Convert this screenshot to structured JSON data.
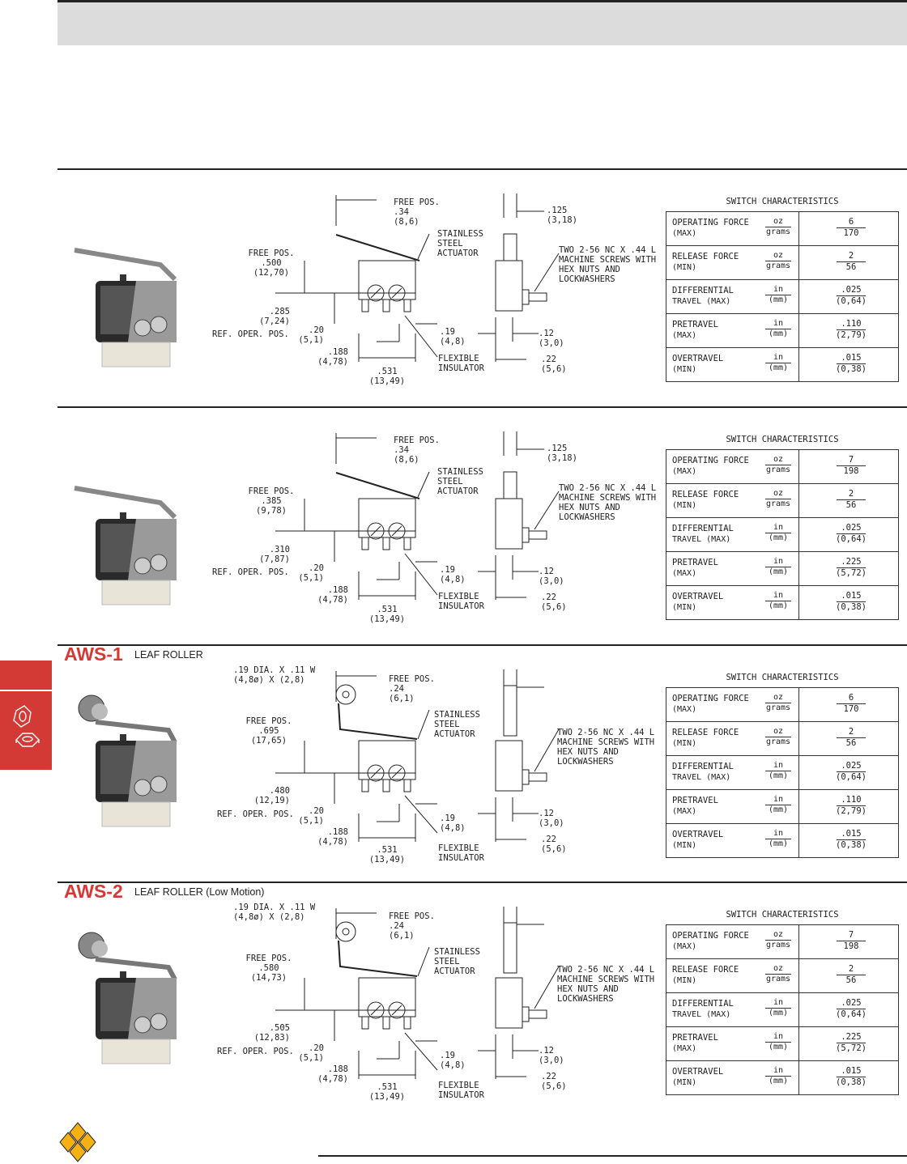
{
  "page": {
    "header_band": ""
  },
  "side_tab": {
    "icon": "hex-nut-icon",
    "color": "#d33a36"
  },
  "logo": {
    "icon": "diamond-logo-icon",
    "color": "#f5b014"
  },
  "sections": [
    {
      "model": null,
      "subtitle": null,
      "roller": false,
      "photo_icon": "leaf-lever-switch-photo",
      "dims": {
        "free_pos_top": "FREE POS.\n.34\n(8,6)",
        "free_pos_left": "FREE POS.\n.500\n(12,70)",
        "ref_height": ".285\n(7,24)",
        "ref_oper_pos": "REF. OPER. POS.",
        "d20": ".20\n(5,1)",
        "d188": ".188\n(4,78)",
        "d531": ".531\n(13,49)",
        "d19": ".19\n(4,8)",
        "stainless": "STAINLESS\nSTEEL\nACTUATOR",
        "flexible": "FLEXIBLE\nINSULATOR",
        "d125": ".125\n(3,18)",
        "screws": "TWO 2-56 NC X .44 L\nMACHINE SCREWS WITH\nHEX NUTS AND\nLOCKWASHERS",
        "d12": ".12\n(3,0)",
        "d22": ".22\n(5,6)"
      },
      "table": {
        "title": "SWITCH CHARACTERISTICS",
        "rows": [
          {
            "label1": "OPERATING FORCE",
            "label2": "(MAX)",
            "unit_top": "oz",
            "unit_bottom": "grams",
            "value_top": "6",
            "value_bottom": "170"
          },
          {
            "label1": "RELEASE FORCE",
            "label2": "(MIN)",
            "unit_top": "oz",
            "unit_bottom": "grams",
            "value_top": "2",
            "value_bottom": "56"
          },
          {
            "label1": "DIFFERENTIAL",
            "label2": "TRAVEL (MAX)",
            "unit_top": "in",
            "unit_bottom": "(mm)",
            "value_top": ".025",
            "value_bottom": "(0,64)"
          },
          {
            "label1": "PRETRAVEL",
            "label2": "(MAX)",
            "unit_top": "in",
            "unit_bottom": "(mm)",
            "value_top": ".110",
            "value_bottom": "(2,79)"
          },
          {
            "label1": "OVERTRAVEL",
            "label2": "(MIN)",
            "unit_top": "in",
            "unit_bottom": "(mm)",
            "value_top": ".015",
            "value_bottom": "(0,38)"
          }
        ]
      }
    },
    {
      "model": null,
      "subtitle": null,
      "roller": false,
      "photo_icon": "leaf-lever-switch-photo",
      "dims": {
        "free_pos_top": "FREE POS.\n.34\n(8,6)",
        "free_pos_left": "FREE POS.\n.385\n(9,78)",
        "ref_height": ".310\n(7,87)",
        "ref_oper_pos": "REF. OPER. POS.",
        "d20": ".20\n(5,1)",
        "d188": ".188\n(4,78)",
        "d531": ".531\n(13,49)",
        "d19": ".19\n(4,8)",
        "stainless": "STAINLESS\nSTEEL\nACTUATOR",
        "flexible": "FLEXIBLE\nINSULATOR",
        "d125": ".125\n(3,18)",
        "screws": "TWO 2-56 NC X .44 L\nMACHINE SCREWS WITH\nHEX NUTS AND\nLOCKWASHERS",
        "d12": ".12\n(3,0)",
        "d22": ".22\n(5,6)"
      },
      "table": {
        "title": "SWITCH CHARACTERISTICS",
        "rows": [
          {
            "label1": "OPERATING FORCE",
            "label2": "(MAX)",
            "unit_top": "oz",
            "unit_bottom": "grams",
            "value_top": "7",
            "value_bottom": "198"
          },
          {
            "label1": "RELEASE FORCE",
            "label2": "(MIN)",
            "unit_top": "oz",
            "unit_bottom": "grams",
            "value_top": "2",
            "value_bottom": "56"
          },
          {
            "label1": "DIFFERENTIAL",
            "label2": "TRAVEL (MAX)",
            "unit_top": "in",
            "unit_bottom": "(mm)",
            "value_top": ".025",
            "value_bottom": "(0,64)"
          },
          {
            "label1": "PRETRAVEL",
            "label2": "(MAX)",
            "unit_top": "in",
            "unit_bottom": "(mm)",
            "value_top": ".225",
            "value_bottom": "(5,72)"
          },
          {
            "label1": "OVERTRAVEL",
            "label2": "(MIN)",
            "unit_top": "in",
            "unit_bottom": "(mm)",
            "value_top": ".015",
            "value_bottom": "(0,38)"
          }
        ]
      }
    },
    {
      "model": "AWS-1",
      "subtitle": "LEAF ROLLER",
      "roller": true,
      "photo_icon": "leaf-roller-switch-photo",
      "dims": {
        "roller_dia": ".19 DIA. X .11 W\n(4,8ø) X (2,8)",
        "free_pos_top": "FREE POS.\n.24\n(6,1)",
        "free_pos_left": "FREE POS.\n.695\n(17,65)",
        "ref_height": ".480\n(12,19)",
        "ref_oper_pos": "REF. OPER. POS.",
        "d20": ".20\n(5,1)",
        "d188": ".188\n(4,78)",
        "d531": ".531\n(13,49)",
        "d19": ".19\n(4,8)",
        "stainless": "STAINLESS\nSTEEL\nACTUATOR",
        "flexible": "FLEXIBLE\nINSULATOR",
        "screws": "TWO 2-56 NC X .44 L\nMACHINE SCREWS WITH\nHEX NUTS AND\nLOCKWASHERS",
        "d12": ".12\n(3,0)",
        "d22": ".22\n(5,6)"
      },
      "table": {
        "title": "SWITCH CHARACTERISTICS",
        "rows": [
          {
            "label1": "OPERATING FORCE",
            "label2": "(MAX)",
            "unit_top": "oz",
            "unit_bottom": "grams",
            "value_top": "6",
            "value_bottom": "170"
          },
          {
            "label1": "RELEASE FORCE",
            "label2": "(MIN)",
            "unit_top": "oz",
            "unit_bottom": "grams",
            "value_top": "2",
            "value_bottom": "56"
          },
          {
            "label1": "DIFFERENTIAL",
            "label2": "TRAVEL (MAX)",
            "unit_top": "in",
            "unit_bottom": "(mm)",
            "value_top": ".025",
            "value_bottom": "(0,64)"
          },
          {
            "label1": "PRETRAVEL",
            "label2": "(MAX)",
            "unit_top": "in",
            "unit_bottom": "(mm)",
            "value_top": ".110",
            "value_bottom": "(2,79)"
          },
          {
            "label1": "OVERTRAVEL",
            "label2": "(MIN)",
            "unit_top": "in",
            "unit_bottom": "(mm)",
            "value_top": ".015",
            "value_bottom": "(0,38)"
          }
        ]
      }
    },
    {
      "model": "AWS-2",
      "subtitle": "LEAF ROLLER (Low Motion)",
      "roller": true,
      "photo_icon": "leaf-roller-switch-photo",
      "dims": {
        "roller_dia": ".19 DIA. X .11 W\n(4,8ø) X (2,8)",
        "free_pos_top": "FREE POS.\n.24\n(6,1)",
        "free_pos_left": "FREE POS.\n.580\n(14,73)",
        "ref_height": ".505\n(12,83)",
        "ref_oper_pos": "REF. OPER. POS.",
        "d20": ".20\n(5,1)",
        "d188": ".188\n(4,78)",
        "d531": ".531\n(13,49)",
        "d19": ".19\n(4,8)",
        "stainless": "STAINLESS\nSTEEL\nACTUATOR",
        "flexible": "FLEXIBLE\nINSULATOR",
        "screws": "TWO 2-56 NC X .44 L\nMACHINE SCREWS WITH\nHEX NUTS AND\nLOCKWASHERS",
        "d12": ".12\n(3,0)",
        "d22": ".22\n(5,6)"
      },
      "table": {
        "title": "SWITCH CHARACTERISTICS",
        "rows": [
          {
            "label1": "OPERATING FORCE",
            "label2": "(MAX)",
            "unit_top": "oz",
            "unit_bottom": "grams",
            "value_top": "7",
            "value_bottom": "198"
          },
          {
            "label1": "RELEASE FORCE",
            "label2": "(MIN)",
            "unit_top": "oz",
            "unit_bottom": "grams",
            "value_top": "2",
            "value_bottom": "56"
          },
          {
            "label1": "DIFFERENTIAL",
            "label2": "TRAVEL (MAX)",
            "unit_top": "in",
            "unit_bottom": "(mm)",
            "value_top": ".025",
            "value_bottom": "(0,64)"
          },
          {
            "label1": "PRETRAVEL",
            "label2": "(MAX)",
            "unit_top": "in",
            "unit_bottom": "(mm)",
            "value_top": ".225",
            "value_bottom": "(5,72)"
          },
          {
            "label1": "OVERTRAVEL",
            "label2": "(MIN)",
            "unit_top": "in",
            "unit_bottom": "(mm)",
            "value_top": ".015",
            "value_bottom": "(0,38)"
          }
        ]
      }
    }
  ]
}
